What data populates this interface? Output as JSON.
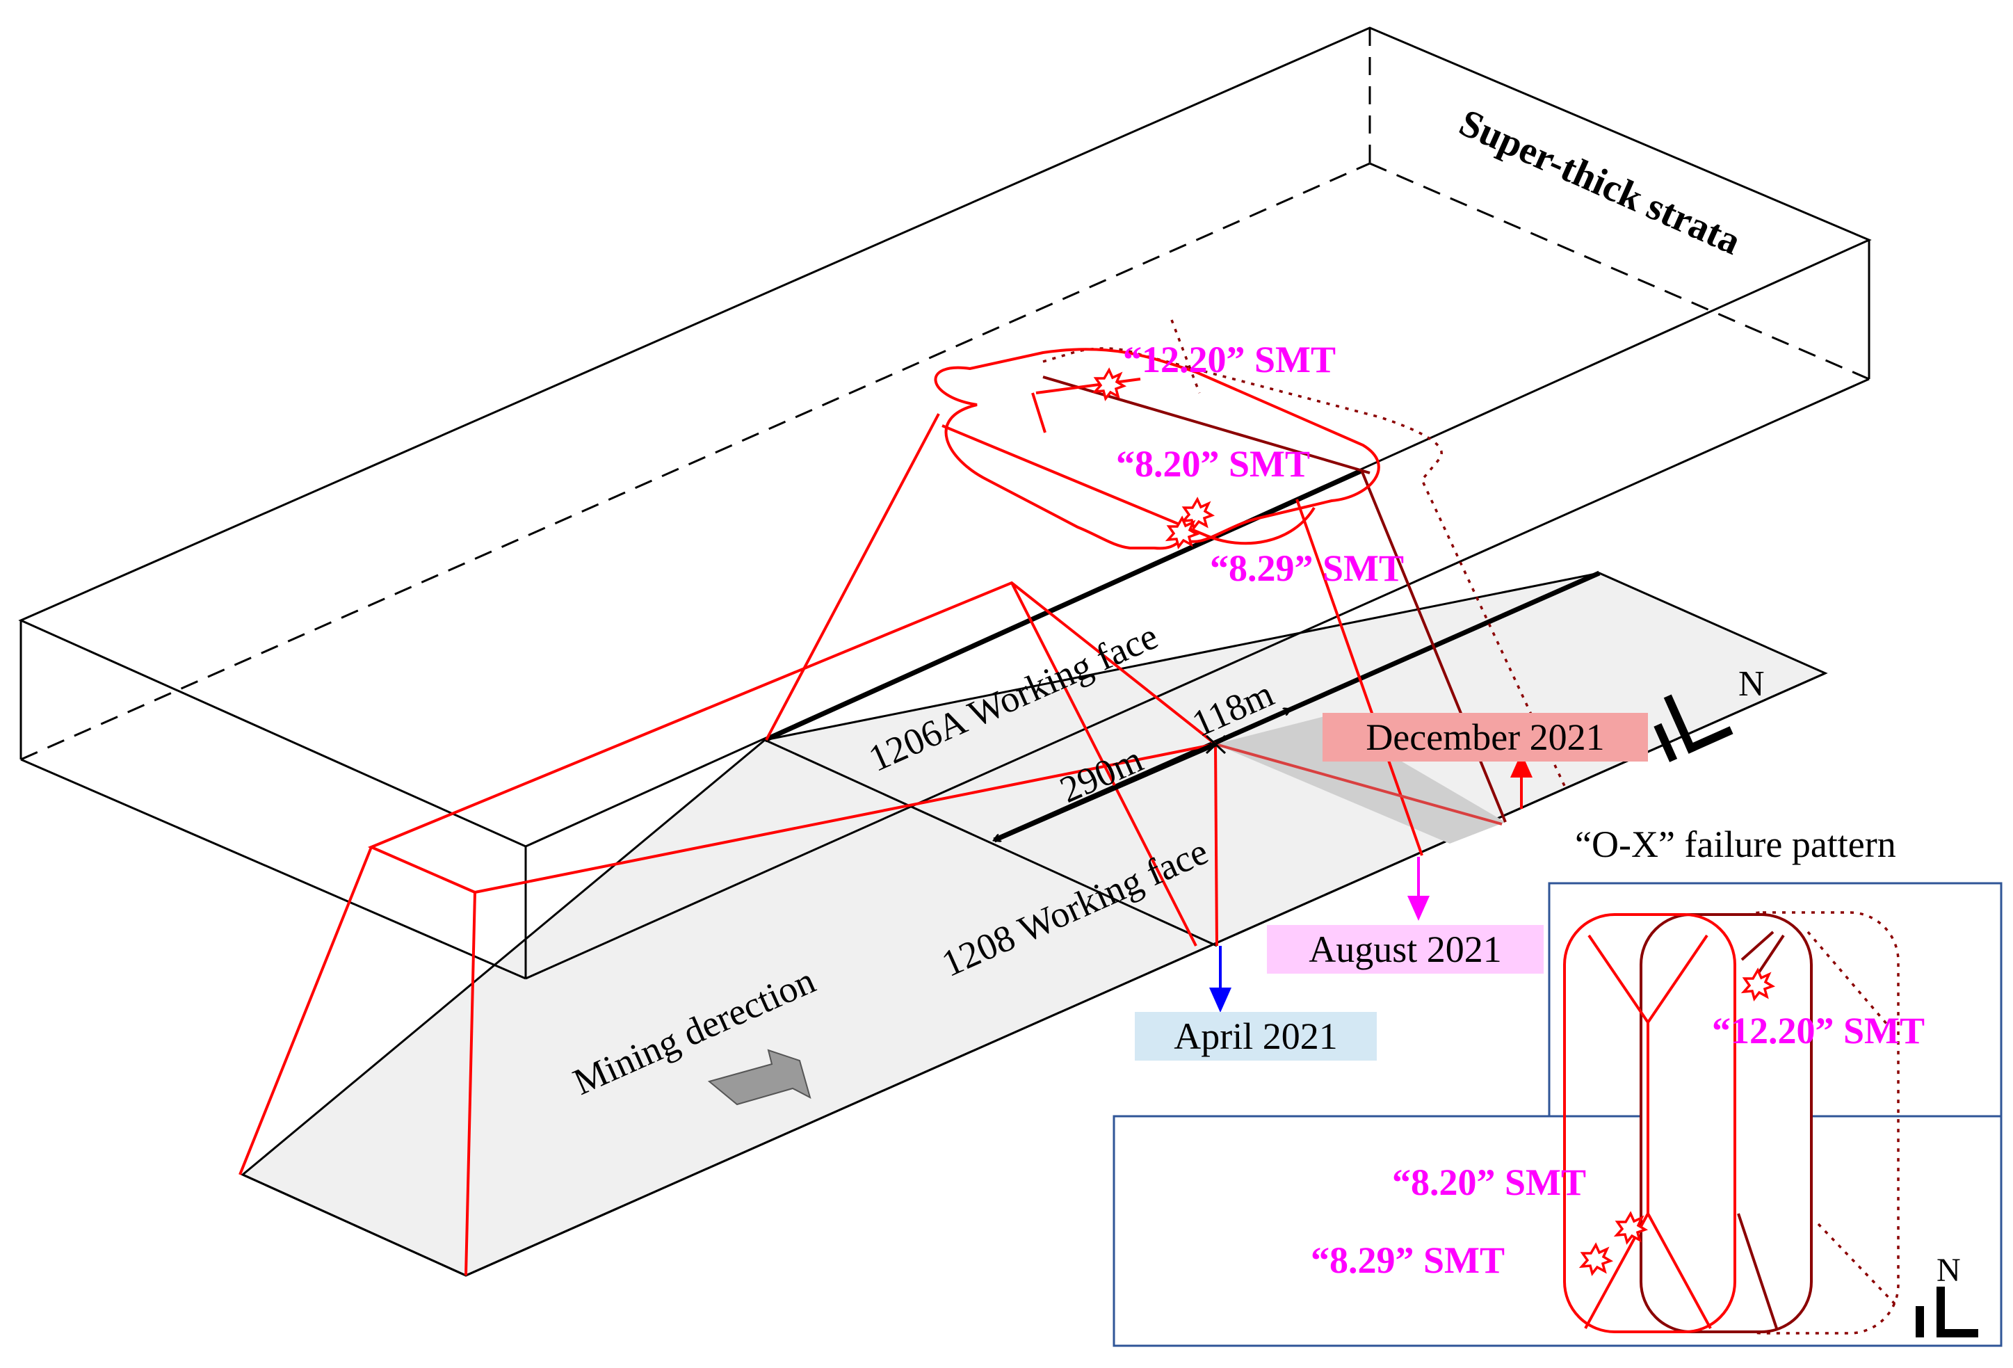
{
  "labels": {
    "strata": "Super-thick strata",
    "smt_1220": "“12.20” SMT",
    "smt_820": "“8.20” SMT",
    "smt_829": "“8.29” SMT",
    "face_1206a": "1206A Working face",
    "face_1208": "1208 Working face",
    "dist_118": "118m",
    "dist_290": "290m",
    "dec_2021": "December 2021",
    "aug_2021": "August 2021",
    "apr_2021": "April 2021",
    "mining_dir": "Mining derection",
    "north": "N",
    "ox_title": "“O-X”  failure pattern",
    "inset_smt_1220": "“12.20” SMT",
    "inset_smt_820": "“8.20” SMT",
    "inset_smt_829": "“8.29” SMT",
    "inset_north": "N"
  },
  "colors": {
    "red": "#ff0000",
    "dark_red": "#8b0000",
    "magenta": "#ff00ff",
    "blue": "#0000ff",
    "dec_box": "#f4a3a3",
    "aug_box": "#ffccff",
    "apr_box": "#d4e8f4",
    "inset_border": "#2f5597"
  }
}
